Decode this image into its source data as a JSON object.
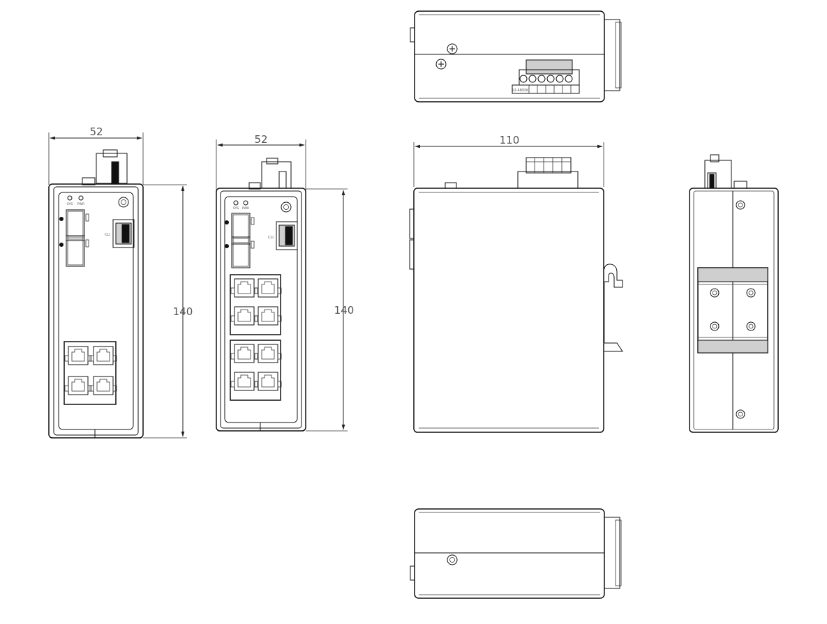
{
  "dimensions": {
    "width_front_a": "52",
    "height_front_a": "140",
    "width_front_b": "52",
    "height_front_b": "140",
    "depth_side": "110"
  },
  "port_labels": {
    "led_left": "SYS",
    "led_right": "PWR",
    "console": "CLI"
  },
  "terminal_label": "12-48VDC"
}
